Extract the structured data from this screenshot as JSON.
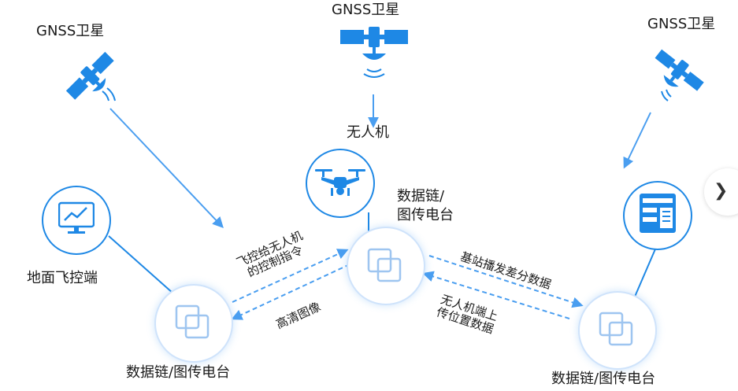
{
  "labels": {
    "gnss_left": "GNSS卫星",
    "gnss_center": "GNSS卫星",
    "gnss_right": "GNSS卫星",
    "uav": "无人机",
    "ground_station": "地面飞控端",
    "relay_center_line1": "数据链/",
    "relay_center_line2": "图传电台",
    "relay_left": "数据链/图传电台",
    "relay_right": "数据链/图传电台"
  },
  "links": {
    "control_line1": "飞控给无人机",
    "control_line2": "的控制指令",
    "hd_image": "高清图像",
    "base_broadcast": "基站播发差分数据",
    "uav_pos_line1": "无人机端上",
    "uav_pos_line2": "传位置数据"
  },
  "colors": {
    "primary": "#1e88e5",
    "arrow": "#4a9ef0",
    "circle_border": "#cfe3fb"
  },
  "icons": {
    "satellite": "satellite-icon",
    "drone": "drone-icon",
    "monitor": "monitor-chart-icon",
    "server": "server-icon",
    "relay": "overlap-squares-icon",
    "nav": "chevron-right-icon"
  }
}
